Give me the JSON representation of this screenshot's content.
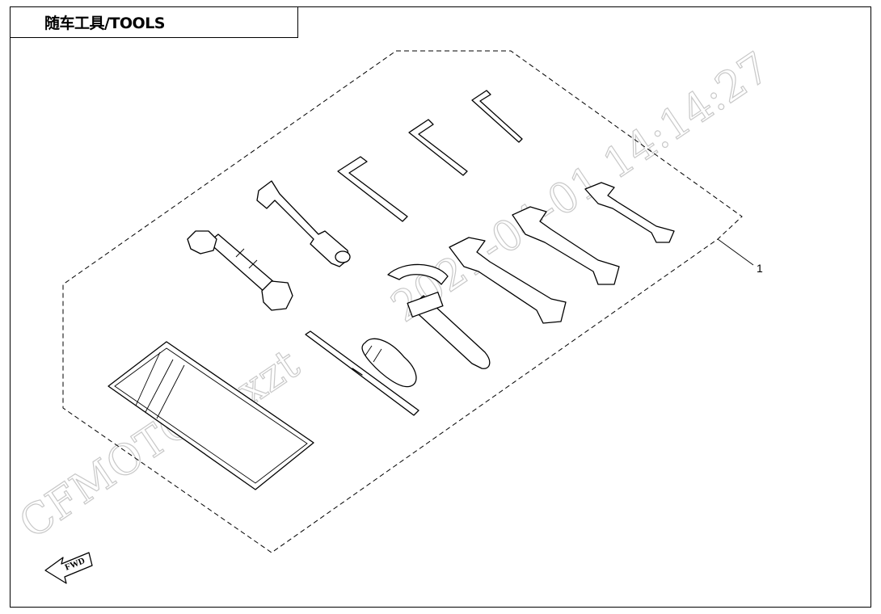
{
  "header": {
    "title": "随车工具/TOOLS"
  },
  "callout": {
    "label": "1"
  },
  "fwd_arrow": {
    "label": "FWD"
  },
  "watermark": {
    "brand": "CFMOTO",
    "user": "kl-xzt",
    "timestamp": "2021-04-01 14:14:27"
  }
}
